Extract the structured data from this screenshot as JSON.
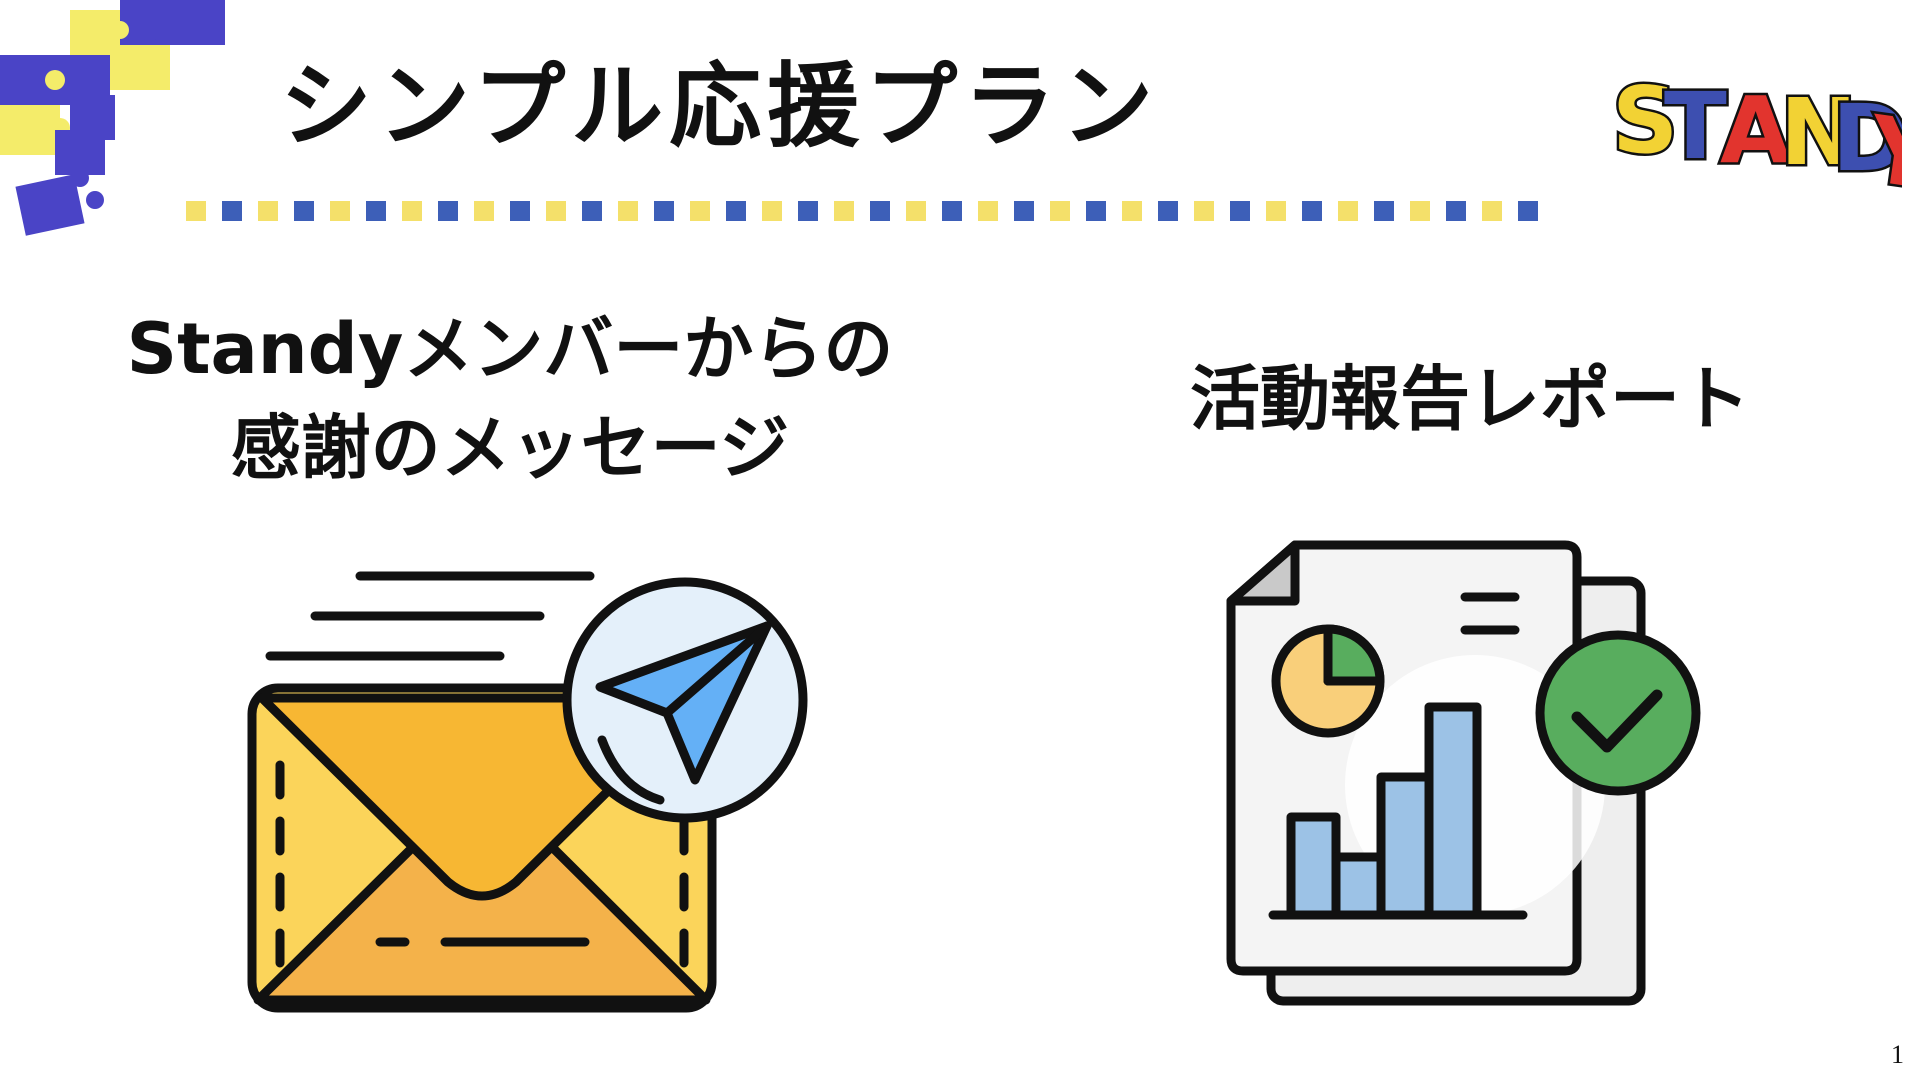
{
  "slide": {
    "title": "シンプル応援プラン",
    "page_number": "1"
  },
  "logo": {
    "text": "STANDY"
  },
  "divider": {
    "colors": [
      "#f4e06a",
      "#3d5fb8"
    ]
  },
  "plans": [
    {
      "heading_lines": [
        "Standyメンバーからの",
        "感謝のメッセージ"
      ],
      "icon": "envelope-send-icon"
    },
    {
      "heading_lines": [
        "活動報告レポート"
      ],
      "icon": "report-chart-check-icon"
    }
  ],
  "colors": {
    "puzzle_blue": "#4a44c6",
    "puzzle_yellow": "#f4ec6a",
    "envelope_yellow": "#fbd45a",
    "envelope_orange": "#f7b733",
    "plane_blue": "#64b0f6",
    "bar_blue": "#9cc2e6",
    "check_green": "#58ad5e"
  }
}
